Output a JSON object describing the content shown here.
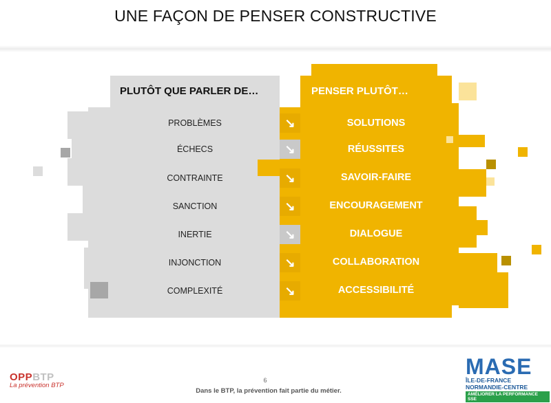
{
  "slide": {
    "title": "UNE FAÇON DE PENSER CONSTRUCTIVE",
    "page_number": "6",
    "tagline": "Dans le BTP, la prévention fait partie du métier."
  },
  "table": {
    "left_header": "PLUTÔT QUE PARLER DE…",
    "right_header": "PENSER PLUTÔT…",
    "rows": [
      {
        "from": "PROBLÈMES",
        "to": "SOLUTIONS",
        "arrow": "↘"
      },
      {
        "from": "ÉCHECS",
        "to": "RÉUSSITES",
        "arrow": "↘"
      },
      {
        "from": "CONTRAINTE",
        "to": "SAVOIR-FAIRE",
        "arrow": "↘"
      },
      {
        "from": "SANCTION",
        "to": "ENCOURAGEMENT",
        "arrow": "↘"
      },
      {
        "from": "INERTIE",
        "to": "DIALOGUE",
        "arrow": "↘"
      },
      {
        "from": "INJONCTION",
        "to": "COLLABORATION",
        "arrow": "↘"
      },
      {
        "from": "COMPLEXITÉ",
        "to": "ACCESSIBILITÉ",
        "arrow": "↘"
      }
    ]
  },
  "logos": {
    "oppbtp_main_a": "OPP",
    "oppbtp_main_b": "BTP",
    "oppbtp_sub": "La prévention BTP",
    "mase_main": "MASE",
    "mase_line1": "ÎLE-DE-FRANCE",
    "mase_line2": "NORMANDIE-CENTRE",
    "mase_band": "AMÉLIORER LA PERFORMANCE SSE"
  },
  "colors": {
    "accent_yellow": "#f0b400",
    "panel_gray": "#dcdcdc"
  }
}
